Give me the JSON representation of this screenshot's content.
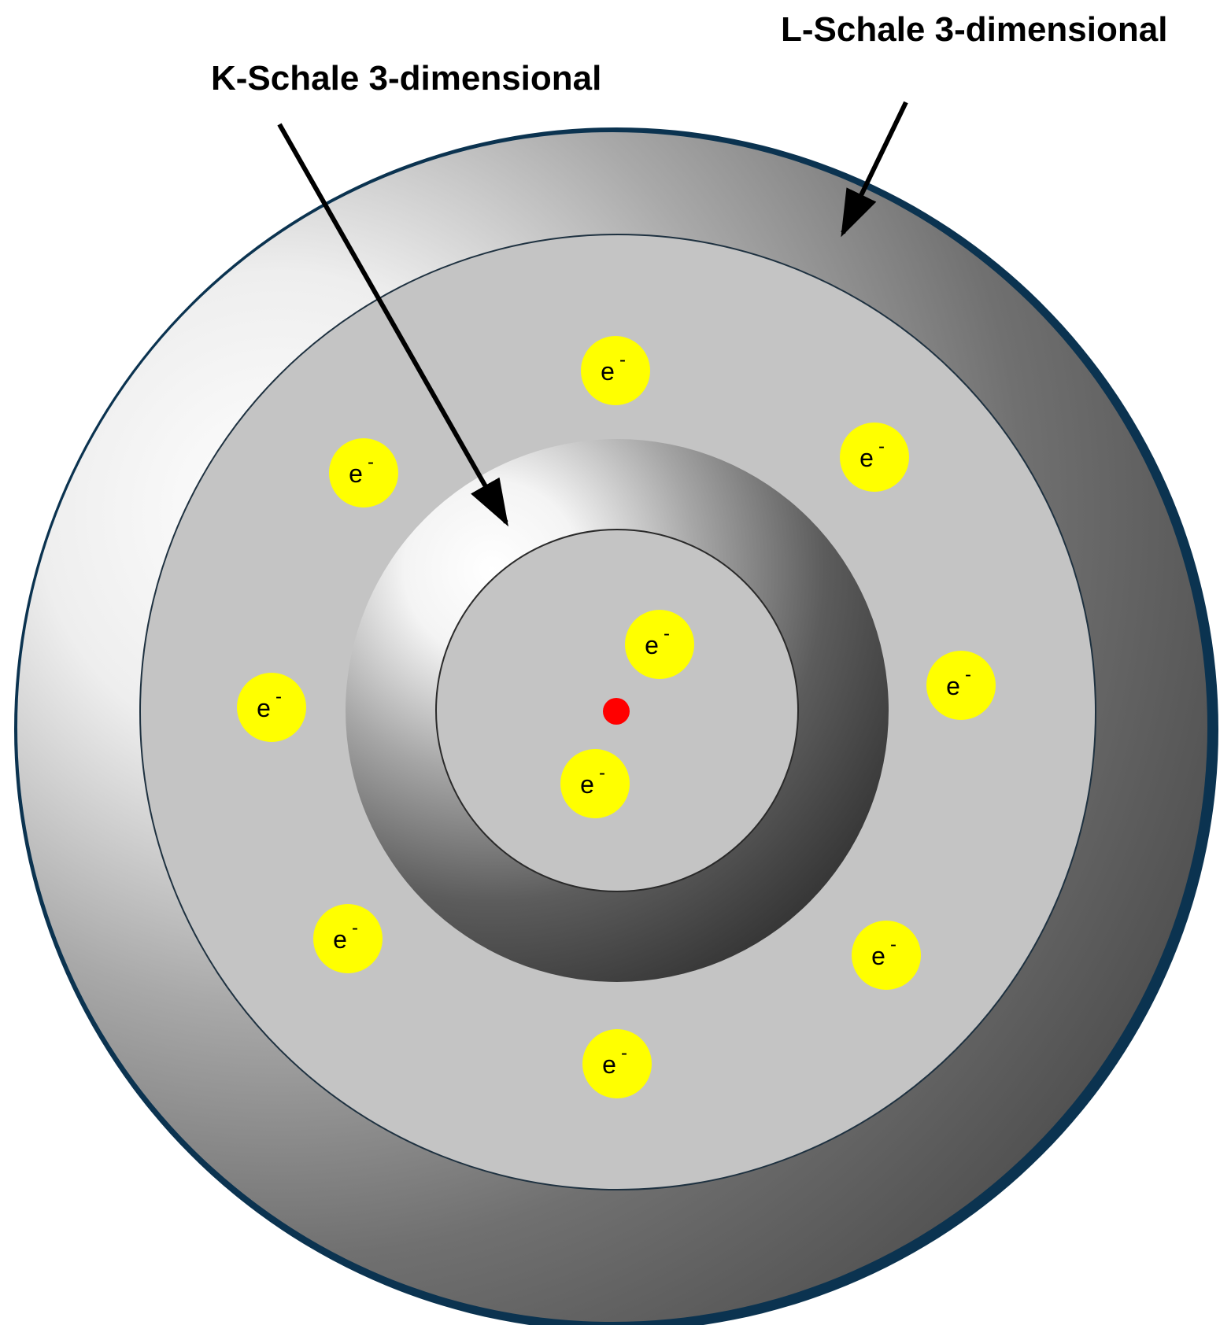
{
  "labels": {
    "k_shell": "K-Schale 3-dimensional",
    "l_shell": "L-Schale 3-dimensional"
  },
  "electron": {
    "symbol": "e",
    "charge": "-"
  },
  "shells": {
    "l_shell_electron_count": 8,
    "k_shell_electron_count": 2
  },
  "colors": {
    "electron_fill": "#ffff00",
    "nucleus_fill": "#ff0000",
    "outer_rim": "#0b3350",
    "shell_flat_fill": "#c4c4c4"
  }
}
